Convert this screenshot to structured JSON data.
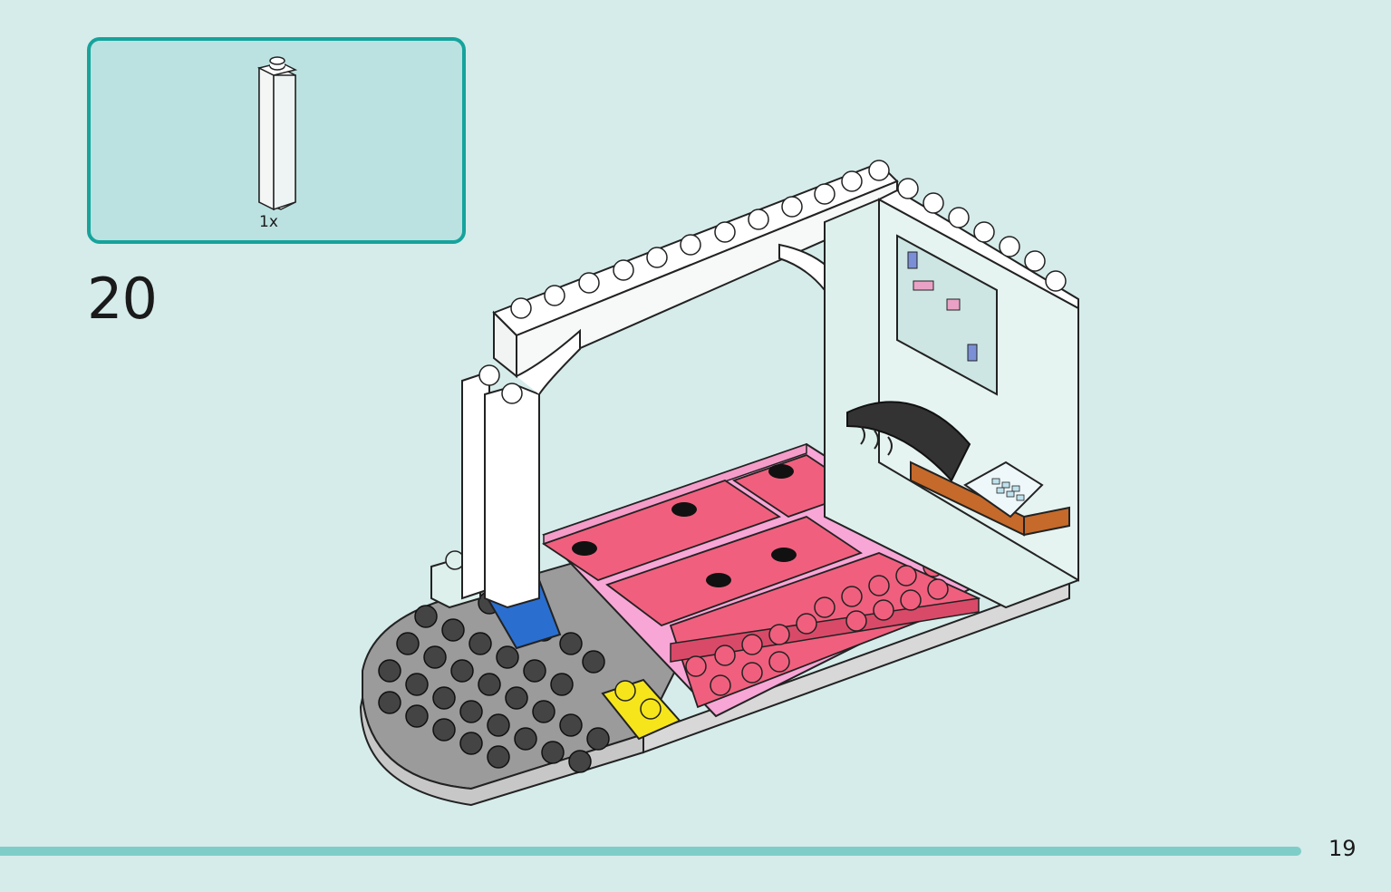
{
  "parts_callout": {
    "quantity": "1x",
    "part_icon": "white-1x1x5-brick-icon"
  },
  "step": {
    "number": "20"
  },
  "page": {
    "number": "19"
  },
  "colors": {
    "background": "#d6ecea",
    "callout_fill": "#bbe2e1",
    "callout_border": "#16a39c",
    "footer_bar": "#7fcdc8",
    "pink_dark": "#f0607e",
    "pink_light": "#f7a6d6",
    "base_gray": "#9a9a9a",
    "yellow": "#f6e51a",
    "blue": "#2a6fd0"
  }
}
